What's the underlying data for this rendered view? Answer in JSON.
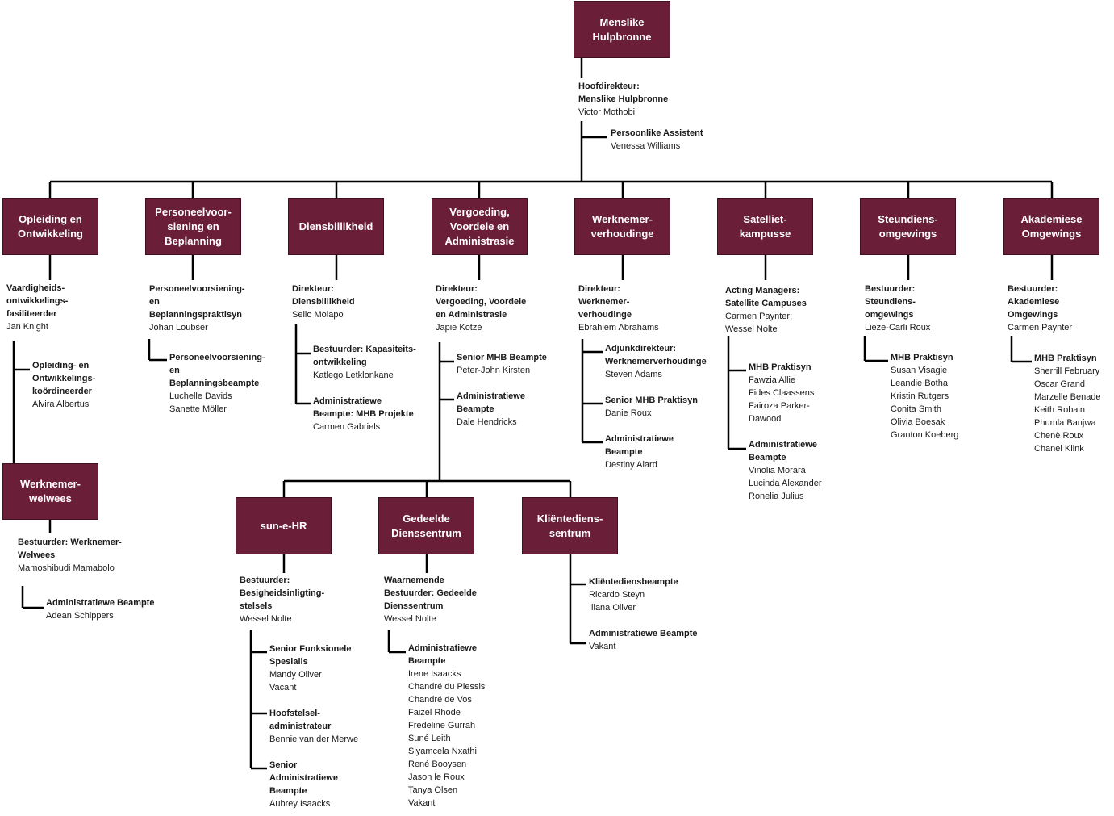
{
  "colors": {
    "box_fill": "#6a1e37",
    "line": "#000000"
  },
  "root": {
    "label": "Menslike\nHulpbronne"
  },
  "head": {
    "title": "Hoofdirekteur:\nMenslike Hulpbronne",
    "name": "Victor Mothobi",
    "assistant_title": "Persoonlike Assistent",
    "assistant_name": "Venessa Williams"
  },
  "departments": [
    {
      "label": "Opleiding en\nOntwikkeling",
      "blocks": [
        {
          "title": "Vaardigheids-\nontwikkelings-\nfasiliteerder",
          "names": "Jan Knight"
        },
        {
          "title": "Opleiding- en\nOntwikkelings-\nkoördineerder",
          "names": "Alvira Albertus"
        }
      ]
    },
    {
      "label": "Personeelvoor-\nsiening en\nBeplanning",
      "blocks": [
        {
          "title": "Personeelvoorsiening-\nen\nBeplanningspraktisyn",
          "names": "Johan Loubser"
        },
        {
          "title": "Personeelvoorsiening-\nen\nBeplanningsbeampte",
          "names": "Luchelle Davids\nSanette Möller"
        }
      ]
    },
    {
      "label": "Diensbillikheid",
      "blocks": [
        {
          "title": "Direkteur:\nDiensbillikheid",
          "names": "Sello Molapo"
        },
        {
          "title": "Bestuurder: Kapasiteits-\nontwikkeling",
          "names": "Katlego Letklonkane"
        },
        {
          "title": "Administratiewe\nBeampte: MHB Projekte",
          "names": "Carmen Gabriels"
        }
      ]
    },
    {
      "label": "Vergoeding,\nVoordele en\nAdministrasie",
      "blocks": [
        {
          "title": "Direkteur:\nVergoeding, Voordele\nen Administrasie",
          "names": "Japie Kotzé"
        },
        {
          "title": "Senior MHB Beampte",
          "names": "Peter-John Kirsten"
        },
        {
          "title": "Administratiewe\nBeampte",
          "names": "Dale Hendricks"
        }
      ]
    },
    {
      "label": "Werknemer-\nverhoudinge",
      "blocks": [
        {
          "title": "Direkteur:\nWerknemer-\nverhoudinge",
          "names": "Ebrahiem Abrahams"
        },
        {
          "title": "Adjunkdirekteur:\nWerknemerverhoudinge",
          "names": "Steven Adams"
        },
        {
          "title": "Senior MHB Praktisyn",
          "names": "Danie Roux"
        },
        {
          "title": "Administratiewe\nBeampte",
          "names": "Destiny Alard"
        }
      ]
    },
    {
      "label": "Satelliet-\nkampusse",
      "blocks": [
        {
          "title": "Acting Managers:\nSatellite Campuses",
          "names": "Carmen Paynter;\nWessel Nolte"
        },
        {
          "title": "MHB Praktisyn",
          "names": "Fawzia Allie\nFides Claassens\nFairoza Parker-\nDawood"
        },
        {
          "title": "Administratiewe\nBeampte",
          "names": "Vinolia Morara\nLucinda Alexander\nRonelia Julius"
        }
      ]
    },
    {
      "label": "Steundiens-\nomgewings",
      "blocks": [
        {
          "title": "Bestuurder:\nSteundiens-\nomgewings",
          "names": "Lieze-Carli Roux"
        },
        {
          "title": "MHB Praktisyn",
          "names": "Susan Visagie\nLeandie Botha\nKristin Rutgers\nConita Smith\nOlivia Boesak\nGranton Koeberg"
        }
      ]
    },
    {
      "label": "Akademiese\nOmgewings",
      "blocks": [
        {
          "title": "Bestuurder:\nAkademiese\nOmgewings",
          "names": "Carmen Paynter"
        },
        {
          "title": "MHB Praktisyn",
          "names": "Sherrill February\nOscar Grand\nMarzelle Benade\nKeith Robain\nPhumla Banjwa\nChenè Roux\nChanel Klink"
        }
      ]
    }
  ],
  "wellness": {
    "label": "Werknemer-\nwelwees",
    "blocks": [
      {
        "title": "Bestuurder: Werknemer-\nWelwees",
        "names": "Mamoshibudi Mamabolo"
      },
      {
        "title": "Administratiewe Beampte",
        "names": "Adean Schippers"
      }
    ]
  },
  "sub_units": [
    {
      "label": "sun-e-HR",
      "blocks": [
        {
          "title": "Bestuurder:\nBesigheidsinligting-\nstelsels",
          "names": "Wessel Nolte"
        },
        {
          "title": "Senior Funksionele\nSpesialis",
          "names": "Mandy Oliver\nVacant"
        },
        {
          "title": "Hoofstelsel-\nadministrateur",
          "names": "Bennie van der Merwe"
        },
        {
          "title": "Senior\nAdministratiewe\nBeampte",
          "names": "Aubrey Isaacks"
        }
      ]
    },
    {
      "label": "Gedeelde\nDienssentrum",
      "blocks": [
        {
          "title": "Waarnemende\nBestuurder: Gedeelde\nDienssentrum",
          "names": "Wessel Nolte"
        },
        {
          "title": "Administratiewe\nBeampte",
          "names": "Irene Isaacks\nChandré du Plessis\nChandré de Vos\nFaizel Rhode\nFredeline Gurrah\nSuné Leith\nSiyamcela Nxathi\nRené Booysen\nJason le Roux\nTanya Olsen\nVakant"
        }
      ]
    },
    {
      "label": "Kliëntediens-\nsentrum",
      "blocks": [
        {
          "title": "Kliëntediensbeampte",
          "names": "Ricardo Steyn\nIllana Oliver"
        },
        {
          "title": "Administratiewe Beampte",
          "names": "Vakant"
        }
      ]
    }
  ]
}
